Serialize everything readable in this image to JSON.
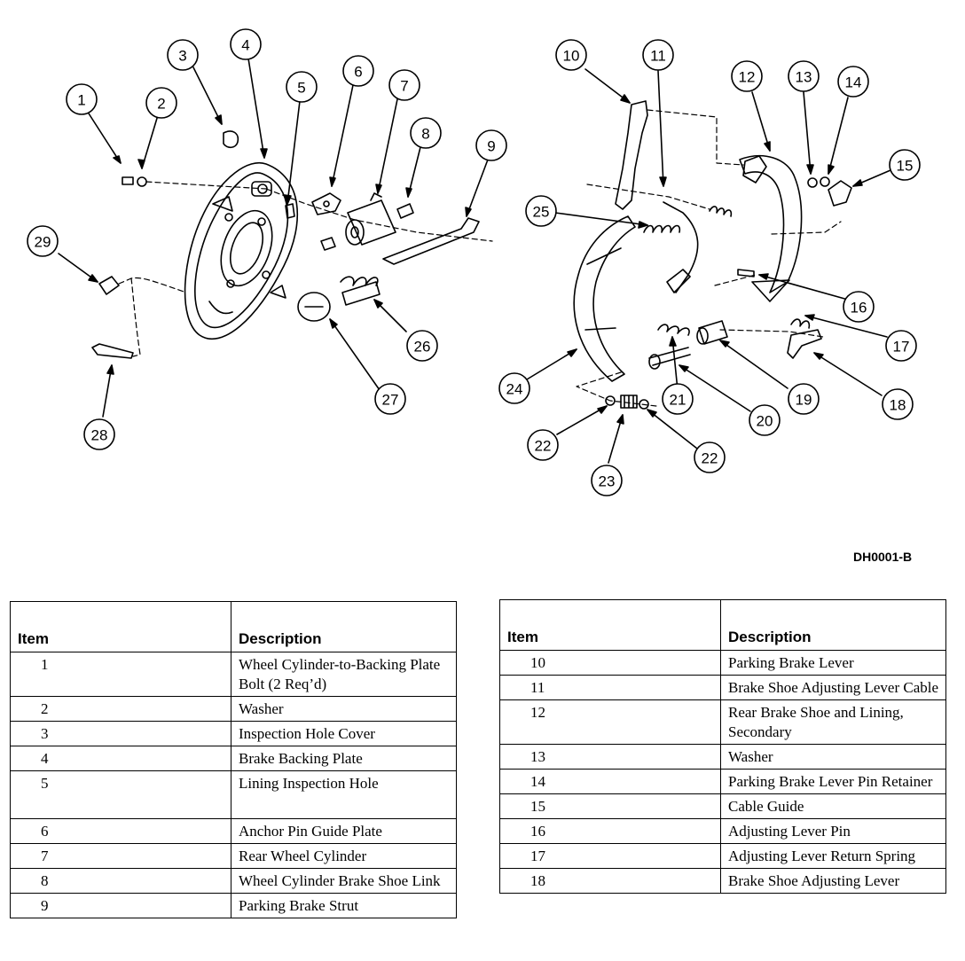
{
  "figure_id": "DH0001-B",
  "callouts": [
    "1",
    "2",
    "3",
    "4",
    "5",
    "6",
    "7",
    "8",
    "9",
    "10",
    "11",
    "12",
    "13",
    "14",
    "15",
    "16",
    "17",
    "18",
    "19",
    "20",
    "21",
    "22",
    "22",
    "23",
    "24",
    "25",
    "26",
    "27",
    "28",
    "29"
  ],
  "tables": [
    {
      "headers": [
        "Item",
        "Description"
      ],
      "rows": [
        {
          "item": "1",
          "description": "Wheel Cylinder-to-Backing Plate Bolt (2 Req’d)"
        },
        {
          "item": "2",
          "description": "Washer"
        },
        {
          "item": "3",
          "description": "Inspection Hole Cover"
        },
        {
          "item": "4",
          "description": "Brake Backing Plate"
        },
        {
          "item": "5",
          "description": "Lining Inspection Hole"
        },
        {
          "item": "6",
          "description": "Anchor Pin Guide Plate"
        },
        {
          "item": "7",
          "description": "Rear Wheel Cylinder"
        },
        {
          "item": "8",
          "description": "Wheel Cylinder Brake Shoe Link"
        },
        {
          "item": "9",
          "description": "Parking Brake Strut"
        }
      ]
    },
    {
      "headers": [
        "Item",
        "Description"
      ],
      "rows": [
        {
          "item": "10",
          "description": "Parking Brake Lever"
        },
        {
          "item": "11",
          "description": "Brake Shoe Adjusting Lever Cable"
        },
        {
          "item": "12",
          "description": "Rear Brake Shoe and Lining, Secondary"
        },
        {
          "item": "13",
          "description": "Washer"
        },
        {
          "item": "14",
          "description": "Parking Brake Lever Pin Retainer"
        },
        {
          "item": "15",
          "description": "Cable Guide"
        },
        {
          "item": "16",
          "description": "Adjusting Lever Pin"
        },
        {
          "item": "17",
          "description": "Adjusting Lever Return Spring"
        },
        {
          "item": "18",
          "description": "Brake Shoe Adjusting Lever"
        }
      ]
    }
  ]
}
